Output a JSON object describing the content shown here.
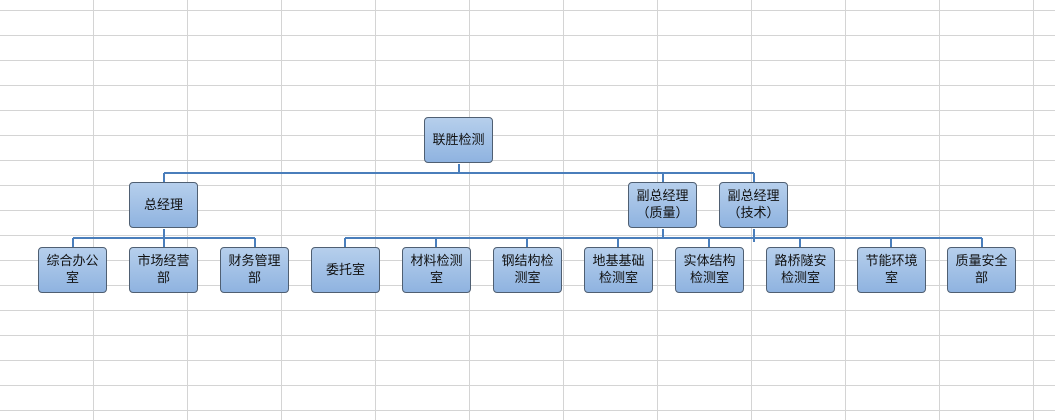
{
  "root": {
    "label": "联胜检测"
  },
  "level2": [
    {
      "label": "总经理"
    },
    {
      "label": "副总经理（质量）"
    },
    {
      "label": "副总经理（技术）"
    }
  ],
  "gm_departments": [
    {
      "label": "综合办公室"
    },
    {
      "label": "市场经营部"
    },
    {
      "label": "财务管理部"
    }
  ],
  "deputy_departments": [
    {
      "label": "委托室"
    },
    {
      "label": "材料检测室"
    },
    {
      "label": "钢结构检测室"
    },
    {
      "label": "地基基础检测室"
    },
    {
      "label": "实体结构检测室"
    },
    {
      "label": "路桥隧安检测室"
    },
    {
      "label": "节能环境室"
    },
    {
      "label": "质量安全部"
    }
  ],
  "colors": {
    "connector": "#4a7ebb",
    "box_top": "#b6cfec",
    "box_bottom": "#8fb3e0"
  }
}
